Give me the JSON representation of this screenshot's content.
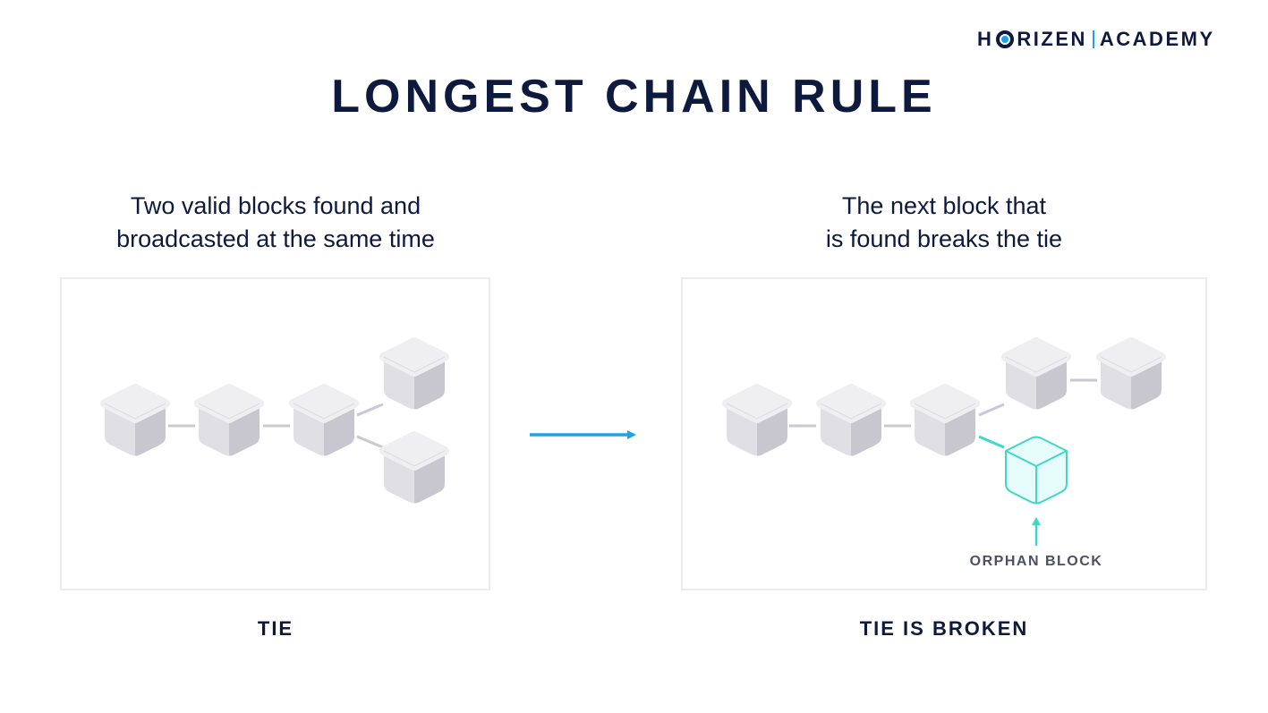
{
  "brand": {
    "part1": "H",
    "part2": "RIZEN",
    "part3": "ACADEMY"
  },
  "title": "LONGEST CHAIN RULE",
  "left": {
    "caption_line1": "Two valid blocks found and",
    "caption_line2": "broadcasted at the same time",
    "label": "TIE"
  },
  "right": {
    "caption_line1": "The next block that",
    "caption_line2": "is found breaks the tie",
    "label": "TIE IS BROKEN",
    "orphan_label": "ORPHAN BLOCK"
  },
  "colors": {
    "text": "#0e1a3d",
    "arrow": "#1aa3e6",
    "orphan": "#3fd8c4",
    "block_face": "#ebebee",
    "link": "#c9c8d4"
  }
}
